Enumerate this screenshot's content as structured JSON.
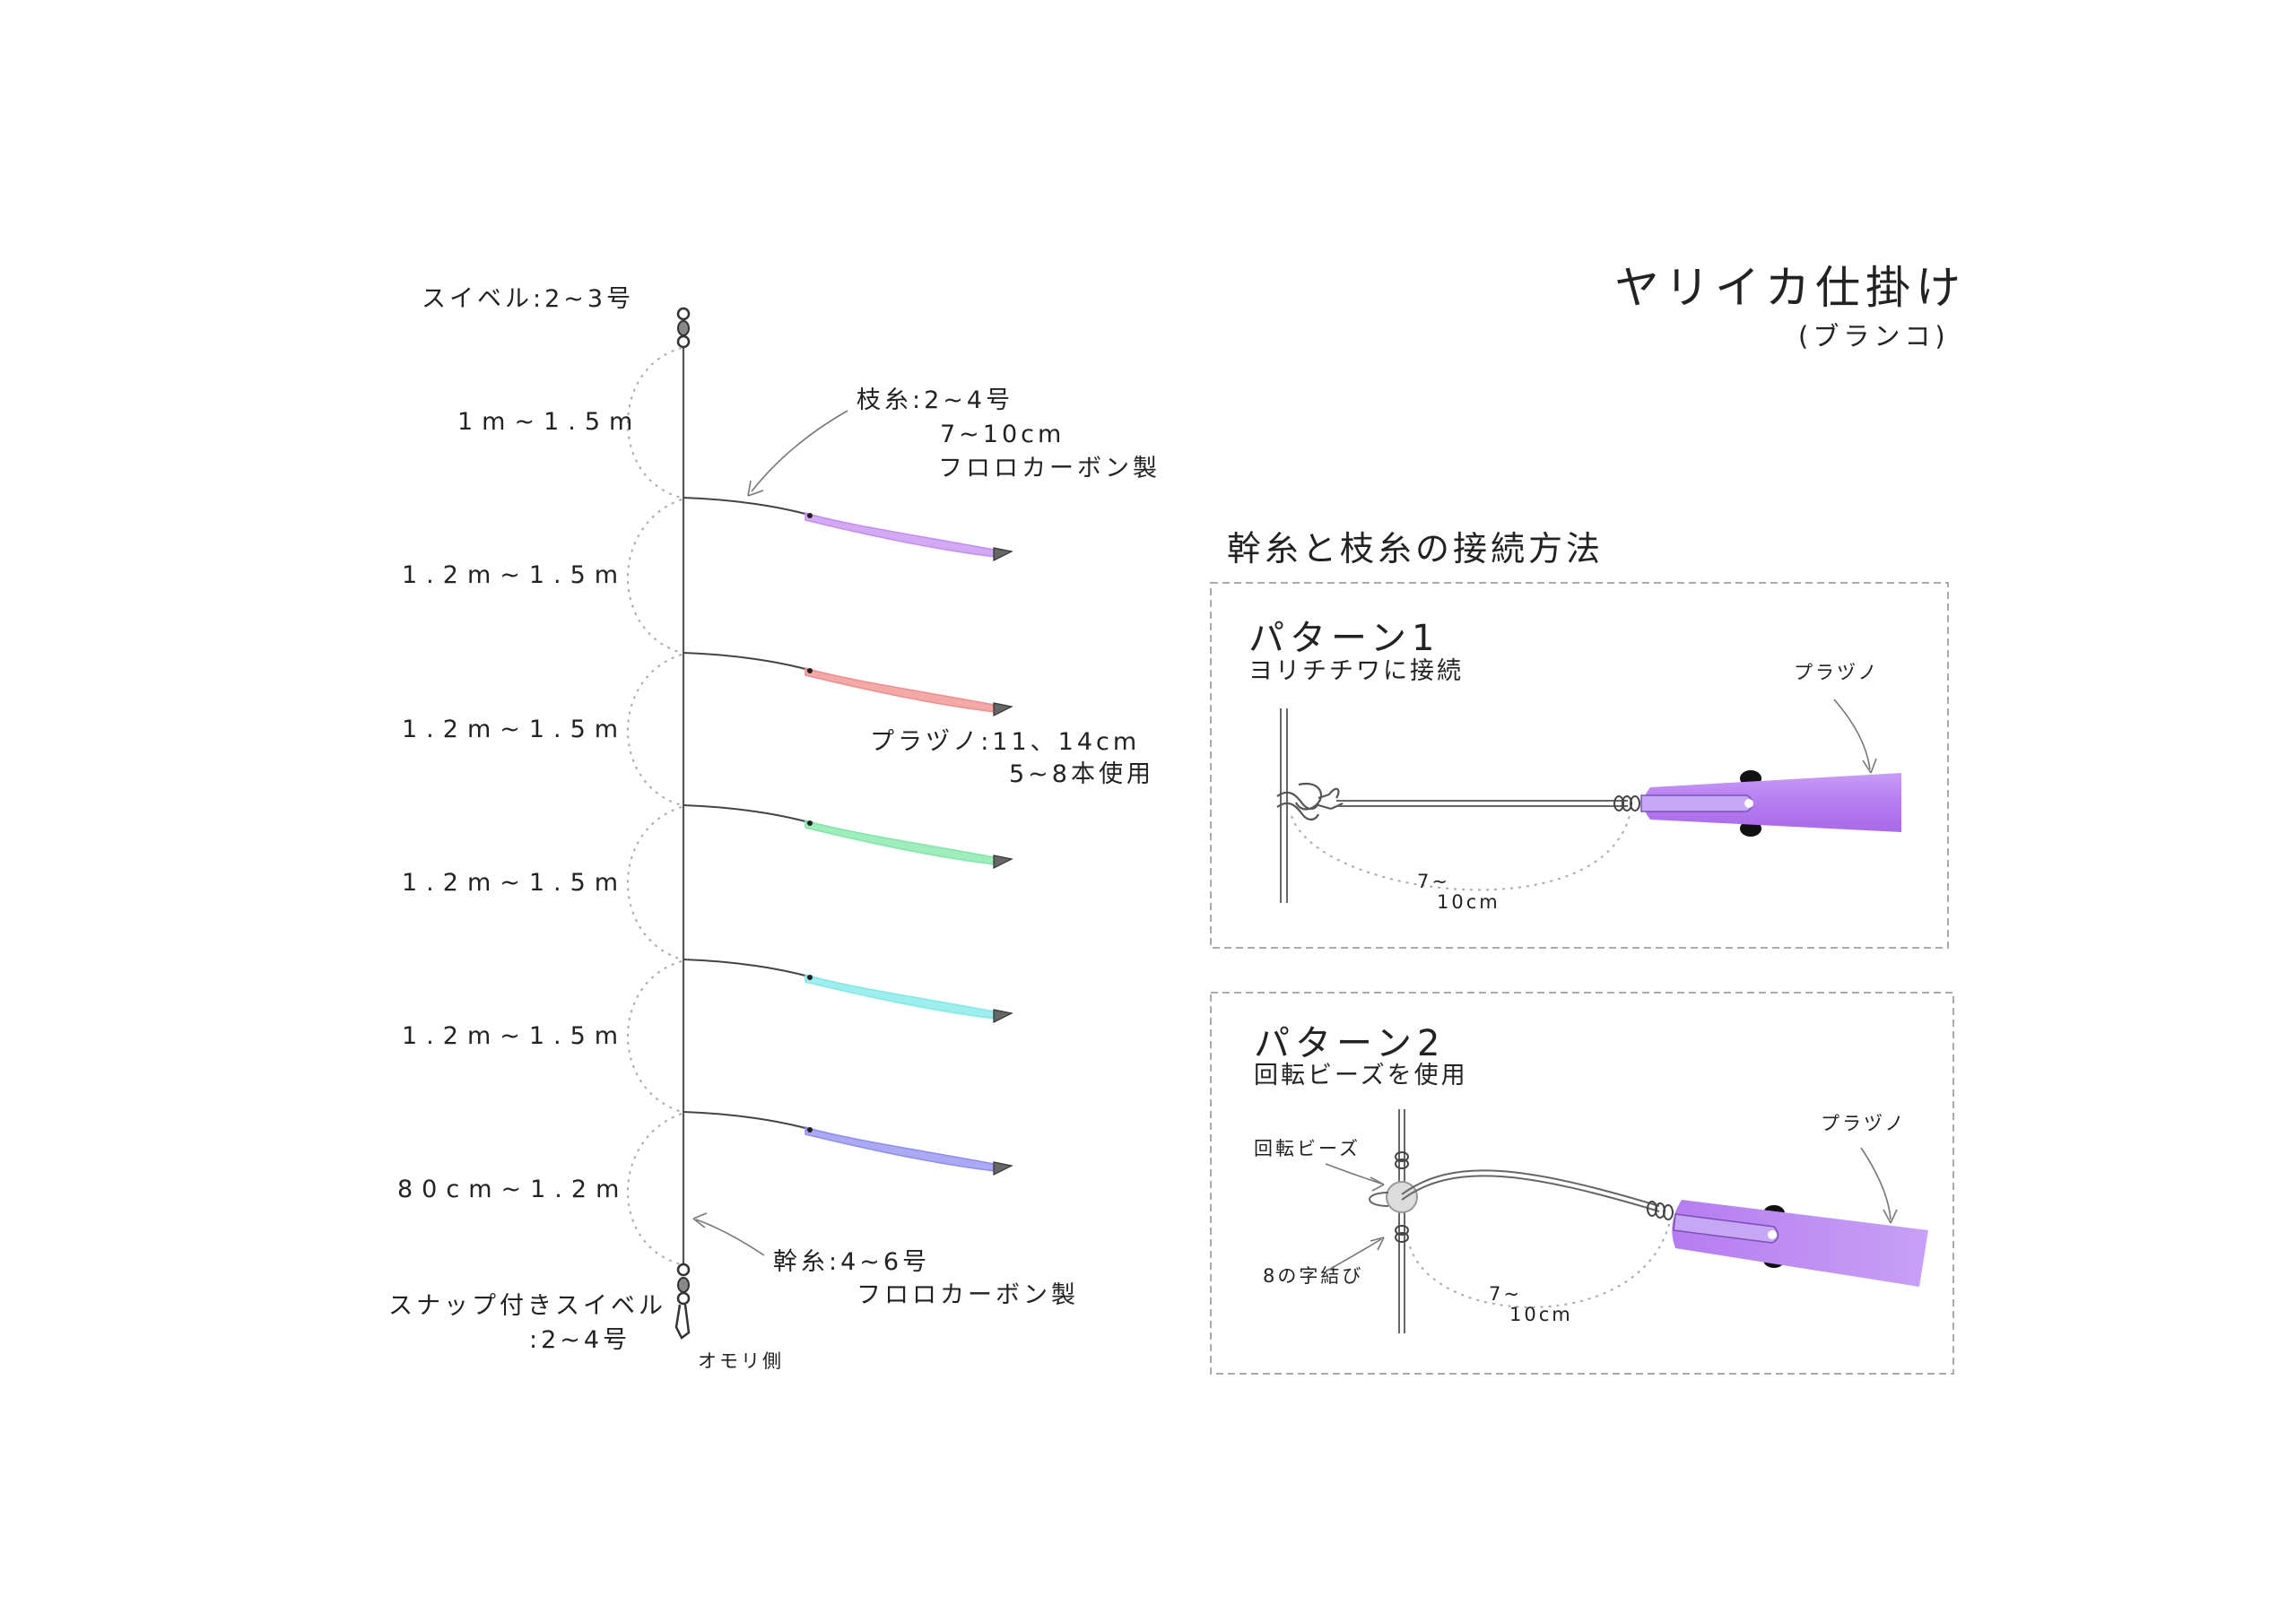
{
  "title": "ヤリイカ仕掛け",
  "subtitle": "(ブランコ)",
  "rig": {
    "swivel_top": "スイベル:2~3号",
    "branch_line": [
      "枝糸:2~4号",
      "7~10cm",
      "フロロカーボン製"
    ],
    "segments": [
      "1m~1.5m",
      "1.2m~1.5m",
      "1.2m~1.5m",
      "1.2m~1.5m",
      "1.2m~1.5m",
      "80cm~1.2m"
    ],
    "plazuno": [
      "プラヅノ:11、14cm",
      "5~8本使用"
    ],
    "main_line": [
      "幹糸:4~6号",
      "フロロカーボン製"
    ],
    "snap_swivel": [
      "スナップ付きスイベル",
      ":2~4号"
    ],
    "sinker_side": "オモリ側",
    "lure_colors": [
      "#c58cf0",
      "#f08c8c",
      "#7fe6a6",
      "#7fe8e8",
      "#8f8cf0"
    ]
  },
  "connection": {
    "heading": "幹糸と枝糸の接続方法",
    "pattern1": {
      "title": "パターン1",
      "desc": "ヨリチチワに接続",
      "lure_label": "プラヅノ",
      "length": [
        "7~",
        "10cm"
      ]
    },
    "pattern2": {
      "title": "パターン2",
      "desc": "回転ビーズを使用",
      "lure_label": "プラヅノ",
      "bead_label": "回転ビーズ",
      "knot_label": "8の字結び",
      "length": [
        "7~",
        "10cm"
      ]
    },
    "lure_color": "#b77ff0"
  }
}
